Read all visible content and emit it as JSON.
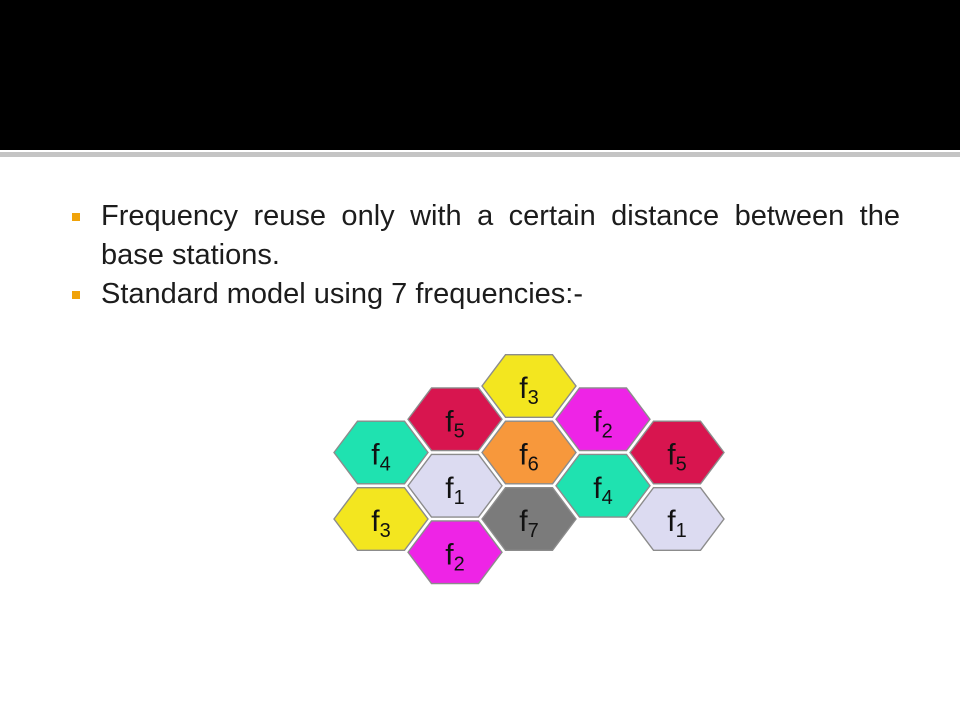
{
  "slide": {
    "colors": {
      "band": "#000000",
      "divider": "#c4c4c4",
      "background": "#ffffff",
      "text": "#1c1c1c",
      "bullet": "#f0a30a"
    },
    "bullet_icon": "square-bullet-icon",
    "bullets": [
      {
        "text": "Frequency reuse only with a certain distance between the base stations."
      },
      {
        "text": "Standard model using 7 frequencies:-"
      }
    ]
  },
  "diagram": {
    "cell_outline_color": "#8c8c8c",
    "label_color": "#111111",
    "cells": [
      {
        "label": "f",
        "sub": "4",
        "color": "#1fe2b0"
      },
      {
        "label": "f",
        "sub": "3",
        "color": "#f3e61f"
      },
      {
        "label": "f",
        "sub": "5",
        "color": "#d8154f"
      },
      {
        "label": "f",
        "sub": "1",
        "color": "#dcdbf1"
      },
      {
        "label": "f",
        "sub": "2",
        "color": "#ee24e6"
      },
      {
        "label": "f",
        "sub": "3",
        "color": "#f3e61f"
      },
      {
        "label": "f",
        "sub": "6",
        "color": "#f7983c"
      },
      {
        "label": "f",
        "sub": "7",
        "color": "#7b7b7b"
      },
      {
        "label": "f",
        "sub": "2",
        "color": "#ee24e6"
      },
      {
        "label": "f",
        "sub": "4",
        "color": "#1fe2b0"
      },
      {
        "label": "f",
        "sub": "5",
        "color": "#d8154f"
      },
      {
        "label": "f",
        "sub": "1",
        "color": "#dcdbf1"
      }
    ]
  }
}
